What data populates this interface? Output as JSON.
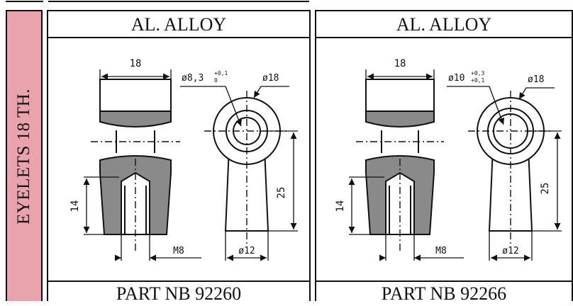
{
  "side_tab": {
    "label": "EYELETS 18 TH."
  },
  "panels": [
    {
      "material": "AL. ALLOY",
      "part": "PART NB 92260",
      "dims": {
        "width": "18",
        "hole": "ø8,3",
        "hole_tol_up": "+0,1",
        "hole_tol_dn": "0",
        "outer": "ø18",
        "thread_depth": "14",
        "thread": "M8",
        "height": "25",
        "shank": "ø12"
      }
    },
    {
      "material": "AL. ALLOY",
      "part": "PART NB 92266",
      "dims": {
        "width": "18",
        "hole": "ø10",
        "hole_tol_up": "+0,3",
        "hole_tol_dn": "+0,1",
        "outer": "ø18",
        "thread_depth": "14",
        "thread": "M8",
        "height": "25",
        "shank": "ø12"
      }
    }
  ],
  "colors": {
    "tab": "#e9a3ad",
    "shade": "#8a8a8a",
    "line": "#111111"
  }
}
